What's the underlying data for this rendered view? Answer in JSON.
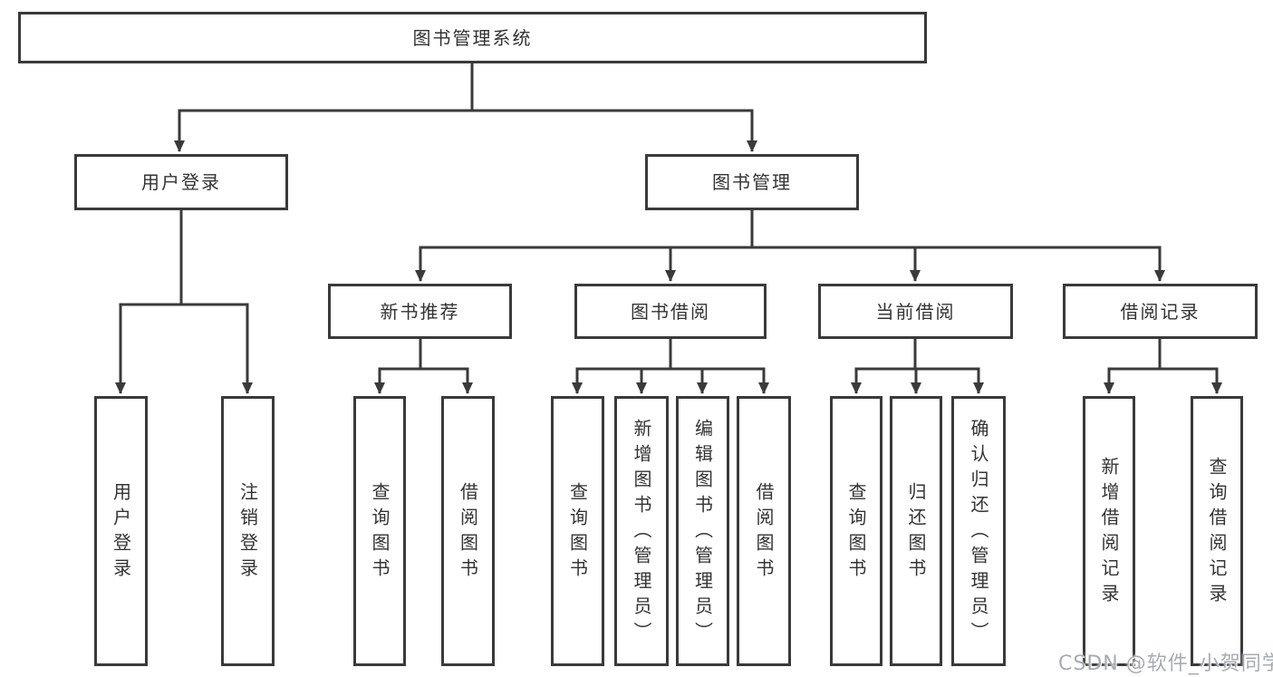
{
  "tree": {
    "root": {
      "label": "图书管理系统",
      "children": [
        {
          "label": "用户登录",
          "children": [
            {
              "label": "用户登录"
            },
            {
              "label": "注销登录"
            }
          ]
        },
        {
          "label": "图书管理",
          "children": [
            {
              "label": "新书推荐",
              "children": [
                {
                  "label": "查询图书"
                },
                {
                  "label": "借阅图书"
                }
              ]
            },
            {
              "label": "图书借阅",
              "children": [
                {
                  "label": "查询图书"
                },
                {
                  "label": "新增图书（管理员）"
                },
                {
                  "label": "编辑图书（管理员）"
                },
                {
                  "label": "借阅图书"
                }
              ]
            },
            {
              "label": "当前借阅",
              "children": [
                {
                  "label": "查询图书"
                },
                {
                  "label": "归还图书"
                },
                {
                  "label": "确认归还（管理员）"
                }
              ]
            },
            {
              "label": "借阅记录",
              "children": [
                {
                  "label": "新增借阅记录"
                },
                {
                  "label": "查询借阅记录"
                }
              ]
            }
          ]
        }
      ]
    }
  },
  "watermark": "CSDN @软件_小贺同学",
  "colors": {
    "line": "#3a3a3a",
    "box_border": "#3a3a3a",
    "text": "#333333",
    "watermark_text": "#a7acb2",
    "background": "#ffffff"
  }
}
